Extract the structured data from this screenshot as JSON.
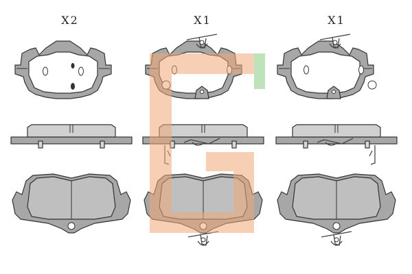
{
  "diagram": {
    "columns": [
      {
        "quantity_label": "X2"
      },
      {
        "quantity_label": "X1"
      },
      {
        "quantity_label": "X1"
      }
    ],
    "colors": {
      "backing_plate": "#a7a7a7",
      "friction_material": "#bfbfbf",
      "watermark_orange": "#f0a878",
      "watermark_green": "#8fd08a"
    },
    "watermark": {
      "icon": "g-logo-icon"
    }
  }
}
